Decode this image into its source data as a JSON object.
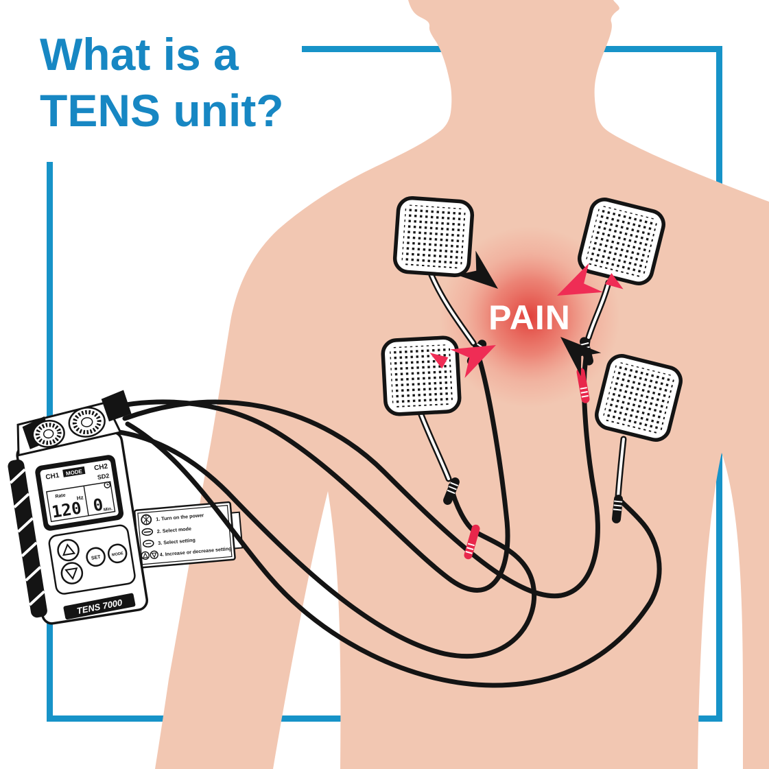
{
  "title": {
    "line1": "What is a",
    "line2": "TENS unit?"
  },
  "pain": {
    "label": "PAIN"
  },
  "device": {
    "brand_label": "TENS 7000",
    "display": {
      "ch1": "CH1",
      "mode": "MODE",
      "ch2": "CH2",
      "sd2": "SD2",
      "rate_label": "Rate",
      "rate_value": "120",
      "rate_unit": "Hz",
      "time_value": "0",
      "time_unit": "Min."
    },
    "buttons": {
      "set": "SET",
      "mode": "MODE"
    }
  },
  "instruction_card": {
    "steps": [
      {
        "text": "1. Turn on the power"
      },
      {
        "text": "2. Select mode"
      },
      {
        "text": "3. Select setting"
      },
      {
        "text": "4. Increase or decrease setting"
      }
    ]
  },
  "icons": {
    "knob": "knob-icon",
    "mode_button": "mode-button-icon",
    "set_button": "set-button-icon",
    "up_down_buttons": "up-down-buttons-icon",
    "clock": "clock-icon"
  },
  "colors": {
    "background": "#ffffff",
    "frame_blue": "#1793c8",
    "title_blue": "#1787c3",
    "skin": "#f2c7b2",
    "outline_black": "#141414",
    "pain_red_center": "#e03a35",
    "pain_red_mid": "#e85a50",
    "pain_red_outer": "#ef8273",
    "arrow_pink": "#ef2d55",
    "connector_red": "#e8274b",
    "pain_text": "#ffffff"
  }
}
